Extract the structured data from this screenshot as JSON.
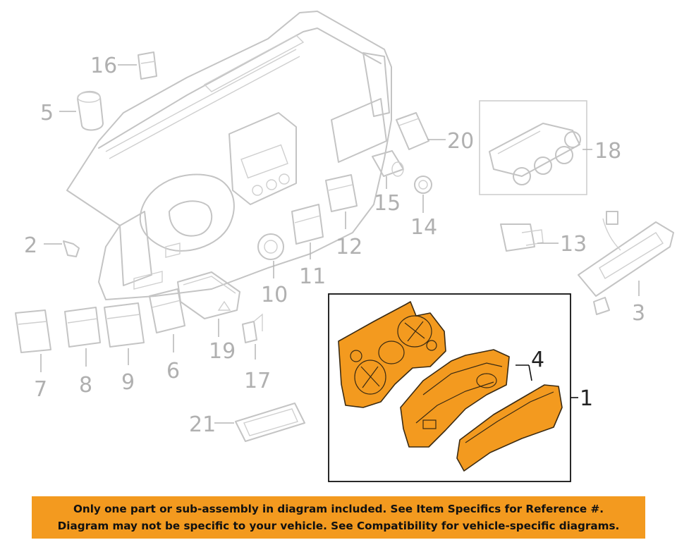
{
  "callouts": {
    "c1": "1",
    "c2": "2",
    "c3": "3",
    "c4": "4",
    "c5": "5",
    "c6": "6",
    "c7": "7",
    "c8": "8",
    "c9": "9",
    "c10": "10",
    "c11": "11",
    "c12": "12",
    "c13": "13",
    "c14": "14",
    "c15": "15",
    "c16": "16",
    "c17": "17",
    "c18": "18",
    "c19": "19",
    "c20": "20",
    "c21": "21"
  },
  "colors": {
    "highlight": "#f39a1f",
    "ghost_lines": "#c4c4c4",
    "callout_text": "#b0b0b0"
  },
  "disclaimer": {
    "line1": "Only one part or sub-assembly in diagram included. See Item Specifics for Reference #.",
    "line2": "Diagram may not be specific to your vehicle. See Compatibility for vehicle-specific diagrams."
  }
}
